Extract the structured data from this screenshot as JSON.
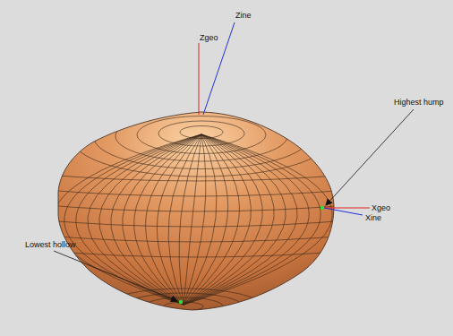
{
  "diagram": {
    "labels": [
      "Zgeo",
      "Zine",
      "Highest hump",
      "Xgeo",
      "Xine",
      "Lowest hollow"
    ]
  }
}
